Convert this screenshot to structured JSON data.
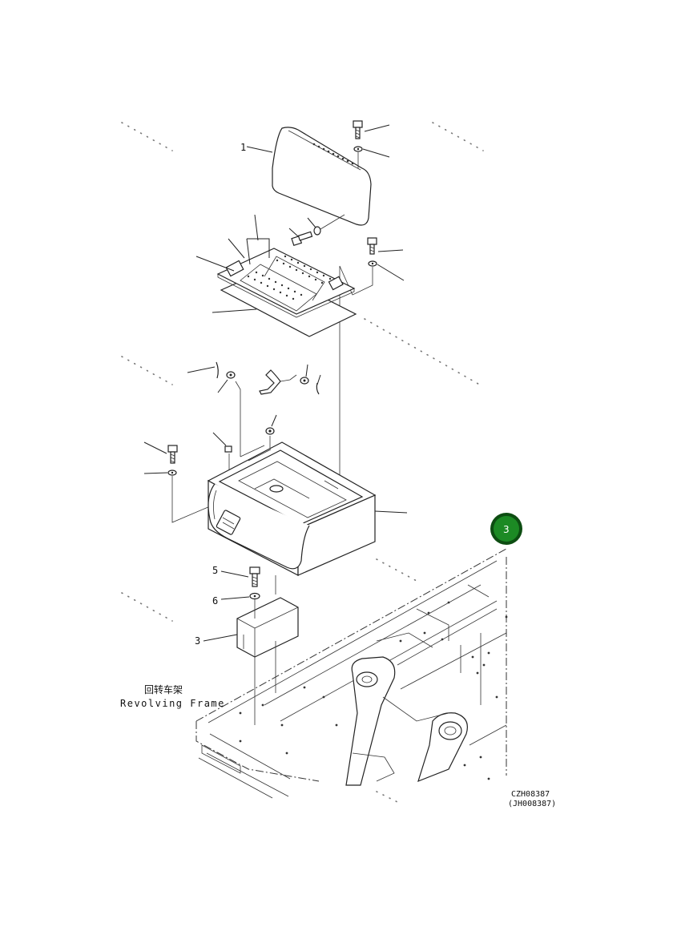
{
  "callouts": {
    "c1": "1",
    "c3": "3",
    "c5": "5",
    "c6": "6"
  },
  "frame_caption": {
    "chinese": "回转车架",
    "english": "Revolving Frame"
  },
  "drawing_codes": {
    "primary": "CZH08387",
    "secondary": "(JH008387)"
  },
  "badge": {
    "label": "3",
    "color": "#1c8a24",
    "ring_color": "#0d4d12"
  }
}
